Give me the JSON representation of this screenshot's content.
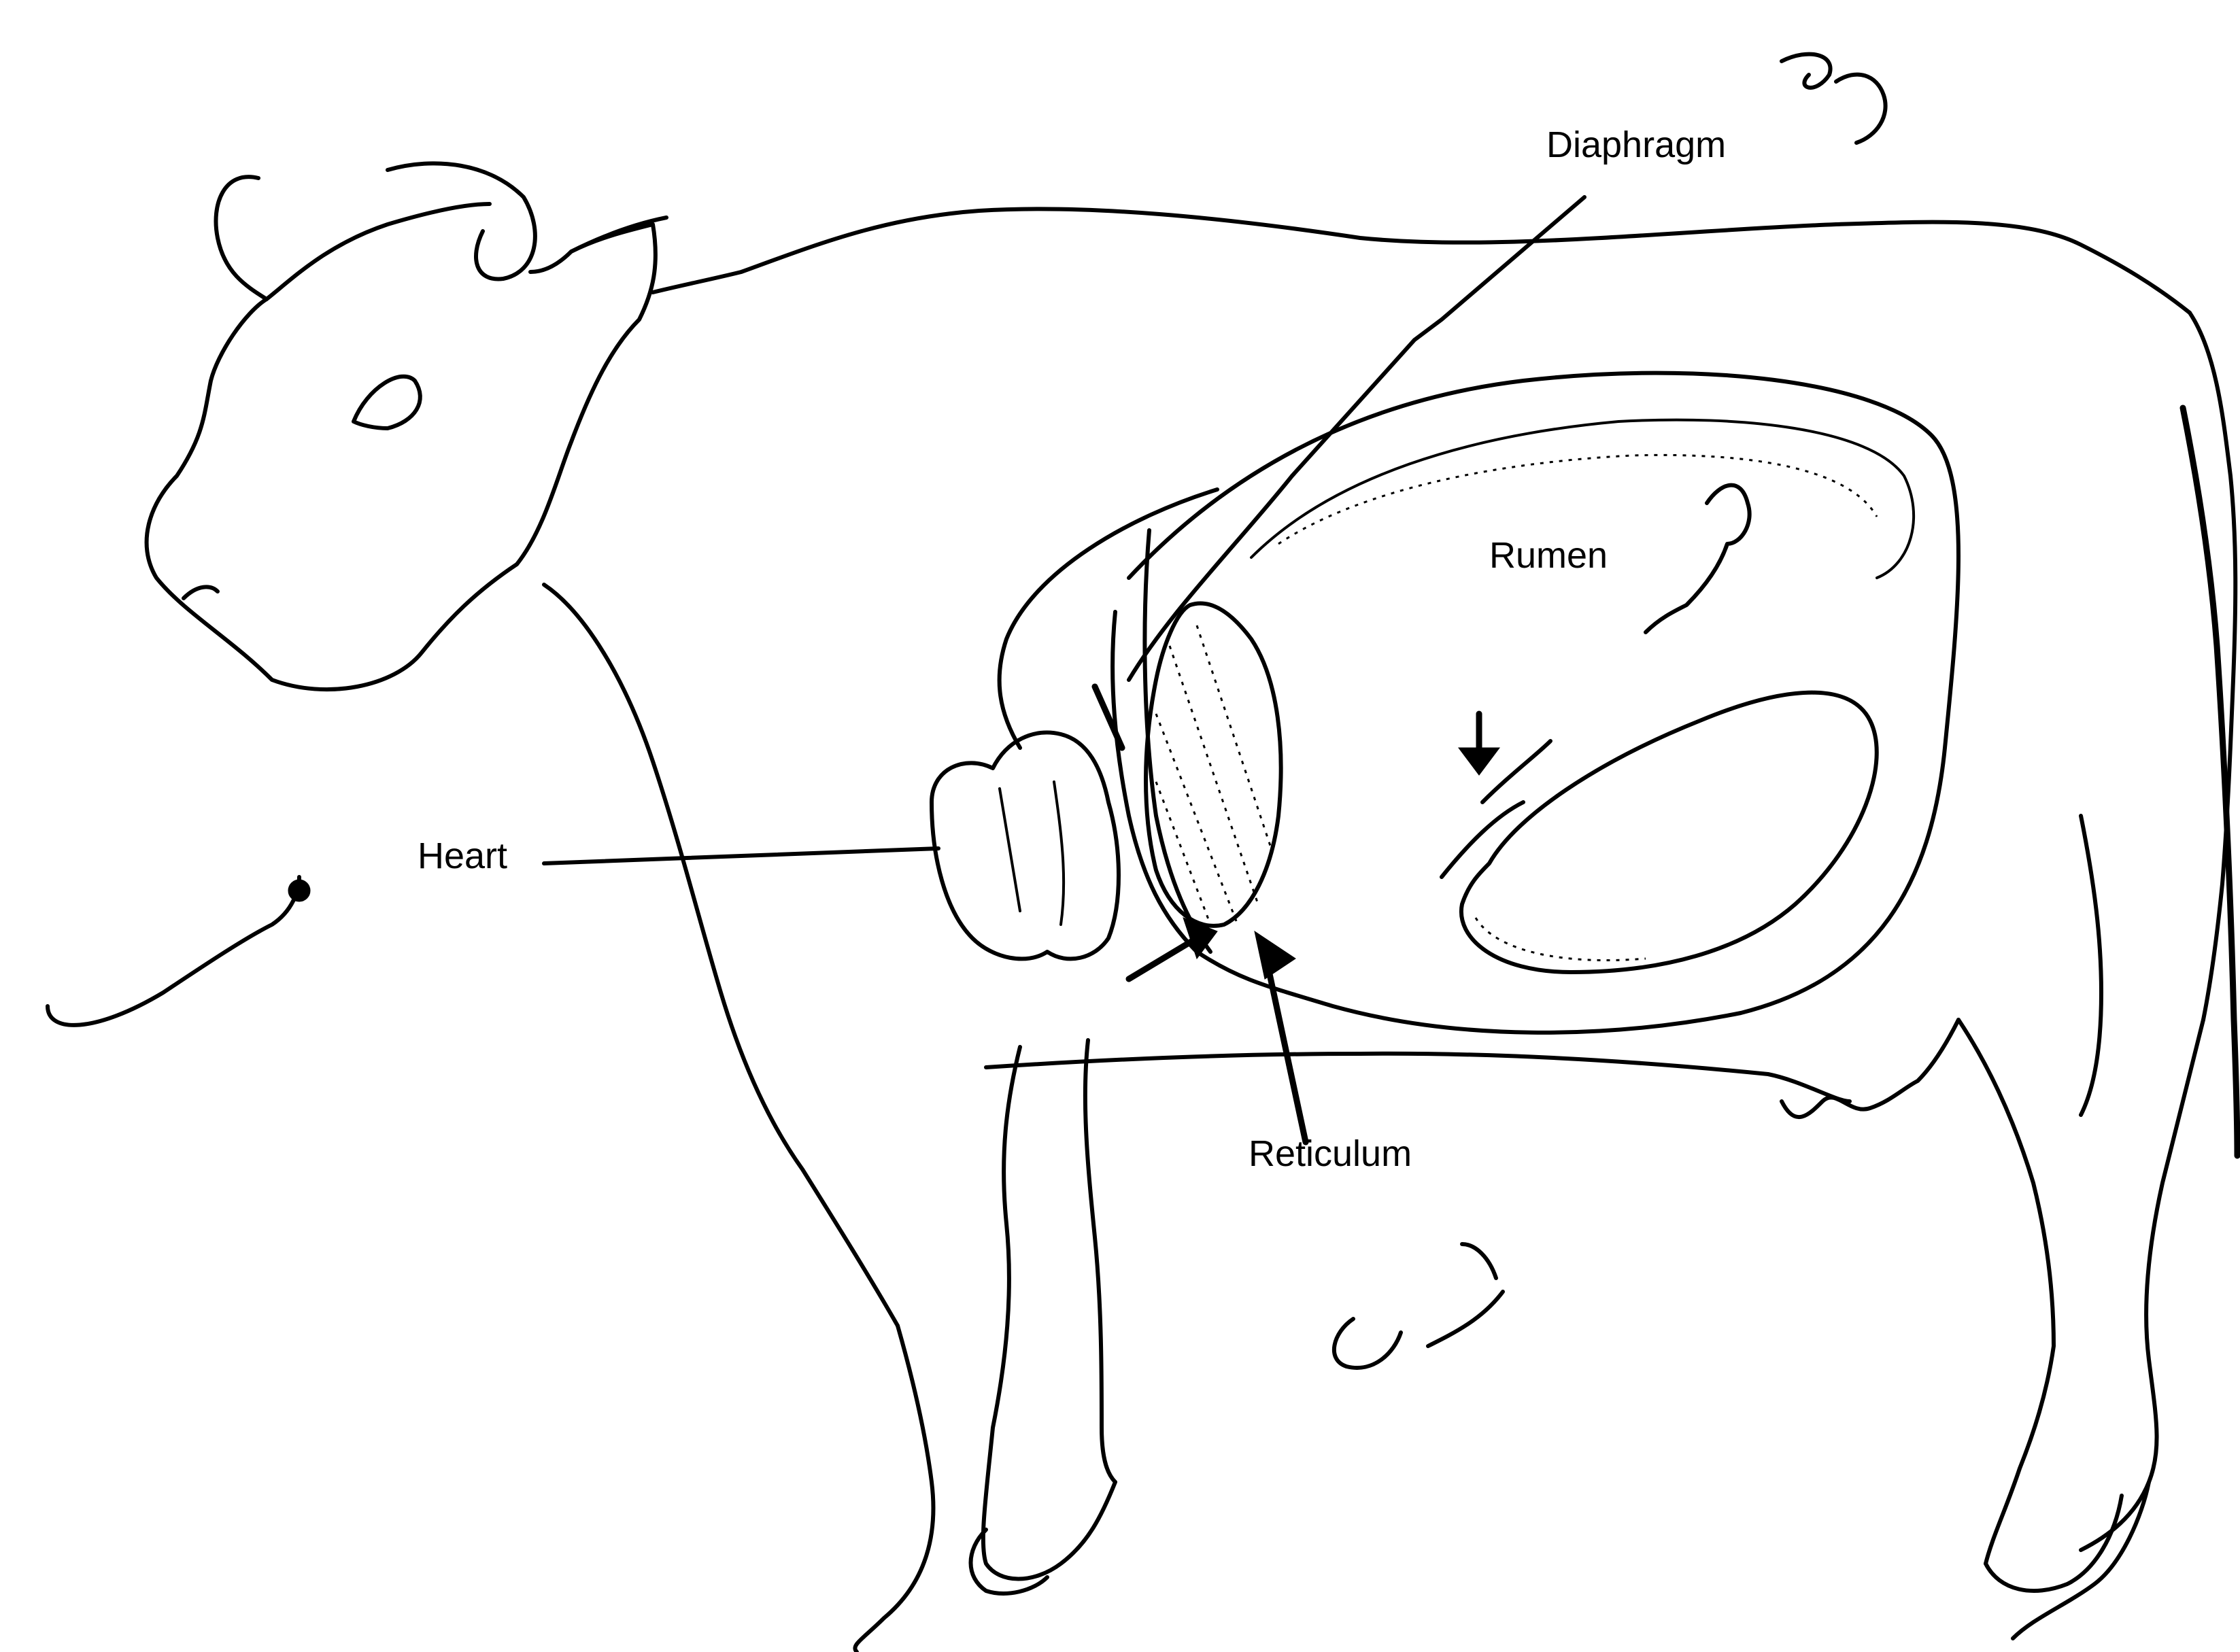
{
  "labels": {
    "diaphragm": "Diaphragm",
    "rumen": "Rumen",
    "heart": "Heart",
    "reticulum": "Reticulum"
  },
  "handwritten_annotations": [
    "ديو",
    "مِعَدَة",
    "قلب",
    "شبكية"
  ],
  "colors": {
    "line": "#000000",
    "background": "#ffffff"
  }
}
